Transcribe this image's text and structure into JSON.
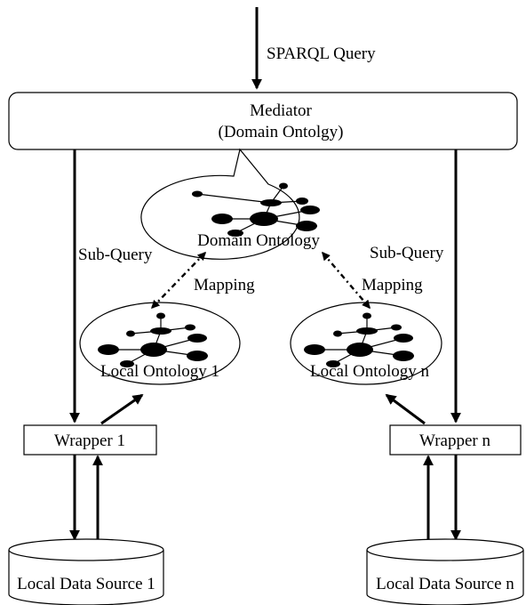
{
  "labels": {
    "sparql_query": "SPARQL Query",
    "mediator_title": "Mediator",
    "mediator_subtitle": "(Domain Ontolgy)",
    "sub_query_left": "Sub-Query",
    "sub_query_right": "Sub-Query",
    "mapping_left": "Mapping",
    "mapping_right": "Mapping",
    "domain_ontology": "Domain Ontology",
    "local_ontology_1": "Local Ontology 1",
    "local_ontology_n": "Local Ontology n",
    "wrapper_1": "Wrapper 1",
    "wrapper_n": "Wrapper n",
    "data_source_1": "Local Data Source 1",
    "data_source_n": "Local Data Source n"
  },
  "colors": {
    "stroke": "#000000",
    "fill": "#ffffff"
  }
}
